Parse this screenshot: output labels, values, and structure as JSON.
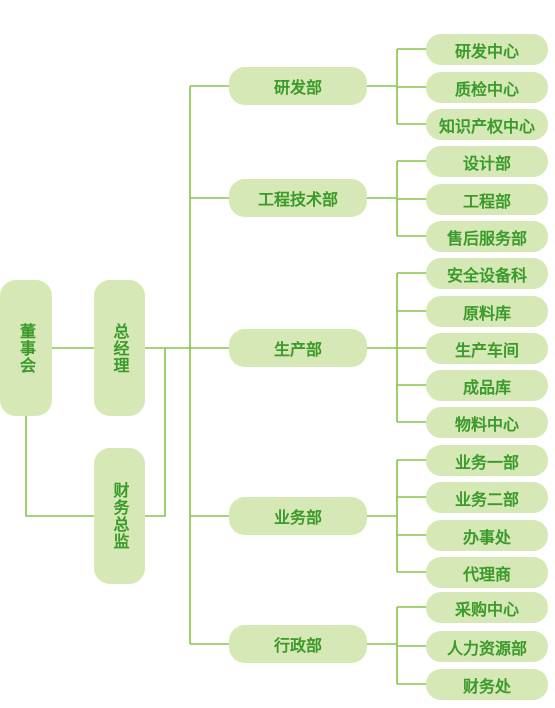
{
  "colors": {
    "node_fill": "#d5e8b5",
    "node_text": "#3a9a2a",
    "connector": "#8bc34a"
  },
  "root": {
    "label": "董事会"
  },
  "executives": [
    {
      "label": "总经理"
    },
    {
      "label": "财务总监"
    }
  ],
  "departments": [
    {
      "label": "研发部",
      "units": [
        "研发中心",
        "质检中心",
        "知识产权中心"
      ]
    },
    {
      "label": "工程技术部",
      "units": [
        "设计部",
        "工程部",
        "售后服务部"
      ]
    },
    {
      "label": "生产部",
      "units": [
        "安全设备科",
        "原料库",
        "生产车间",
        "成品库",
        "物料中心"
      ]
    },
    {
      "label": "业务部",
      "units": [
        "业务一部",
        "业务二部",
        "办事处",
        "代理商"
      ]
    },
    {
      "label": "行政部",
      "units": [
        "采购中心",
        "人力资源部",
        "财务处"
      ]
    }
  ]
}
